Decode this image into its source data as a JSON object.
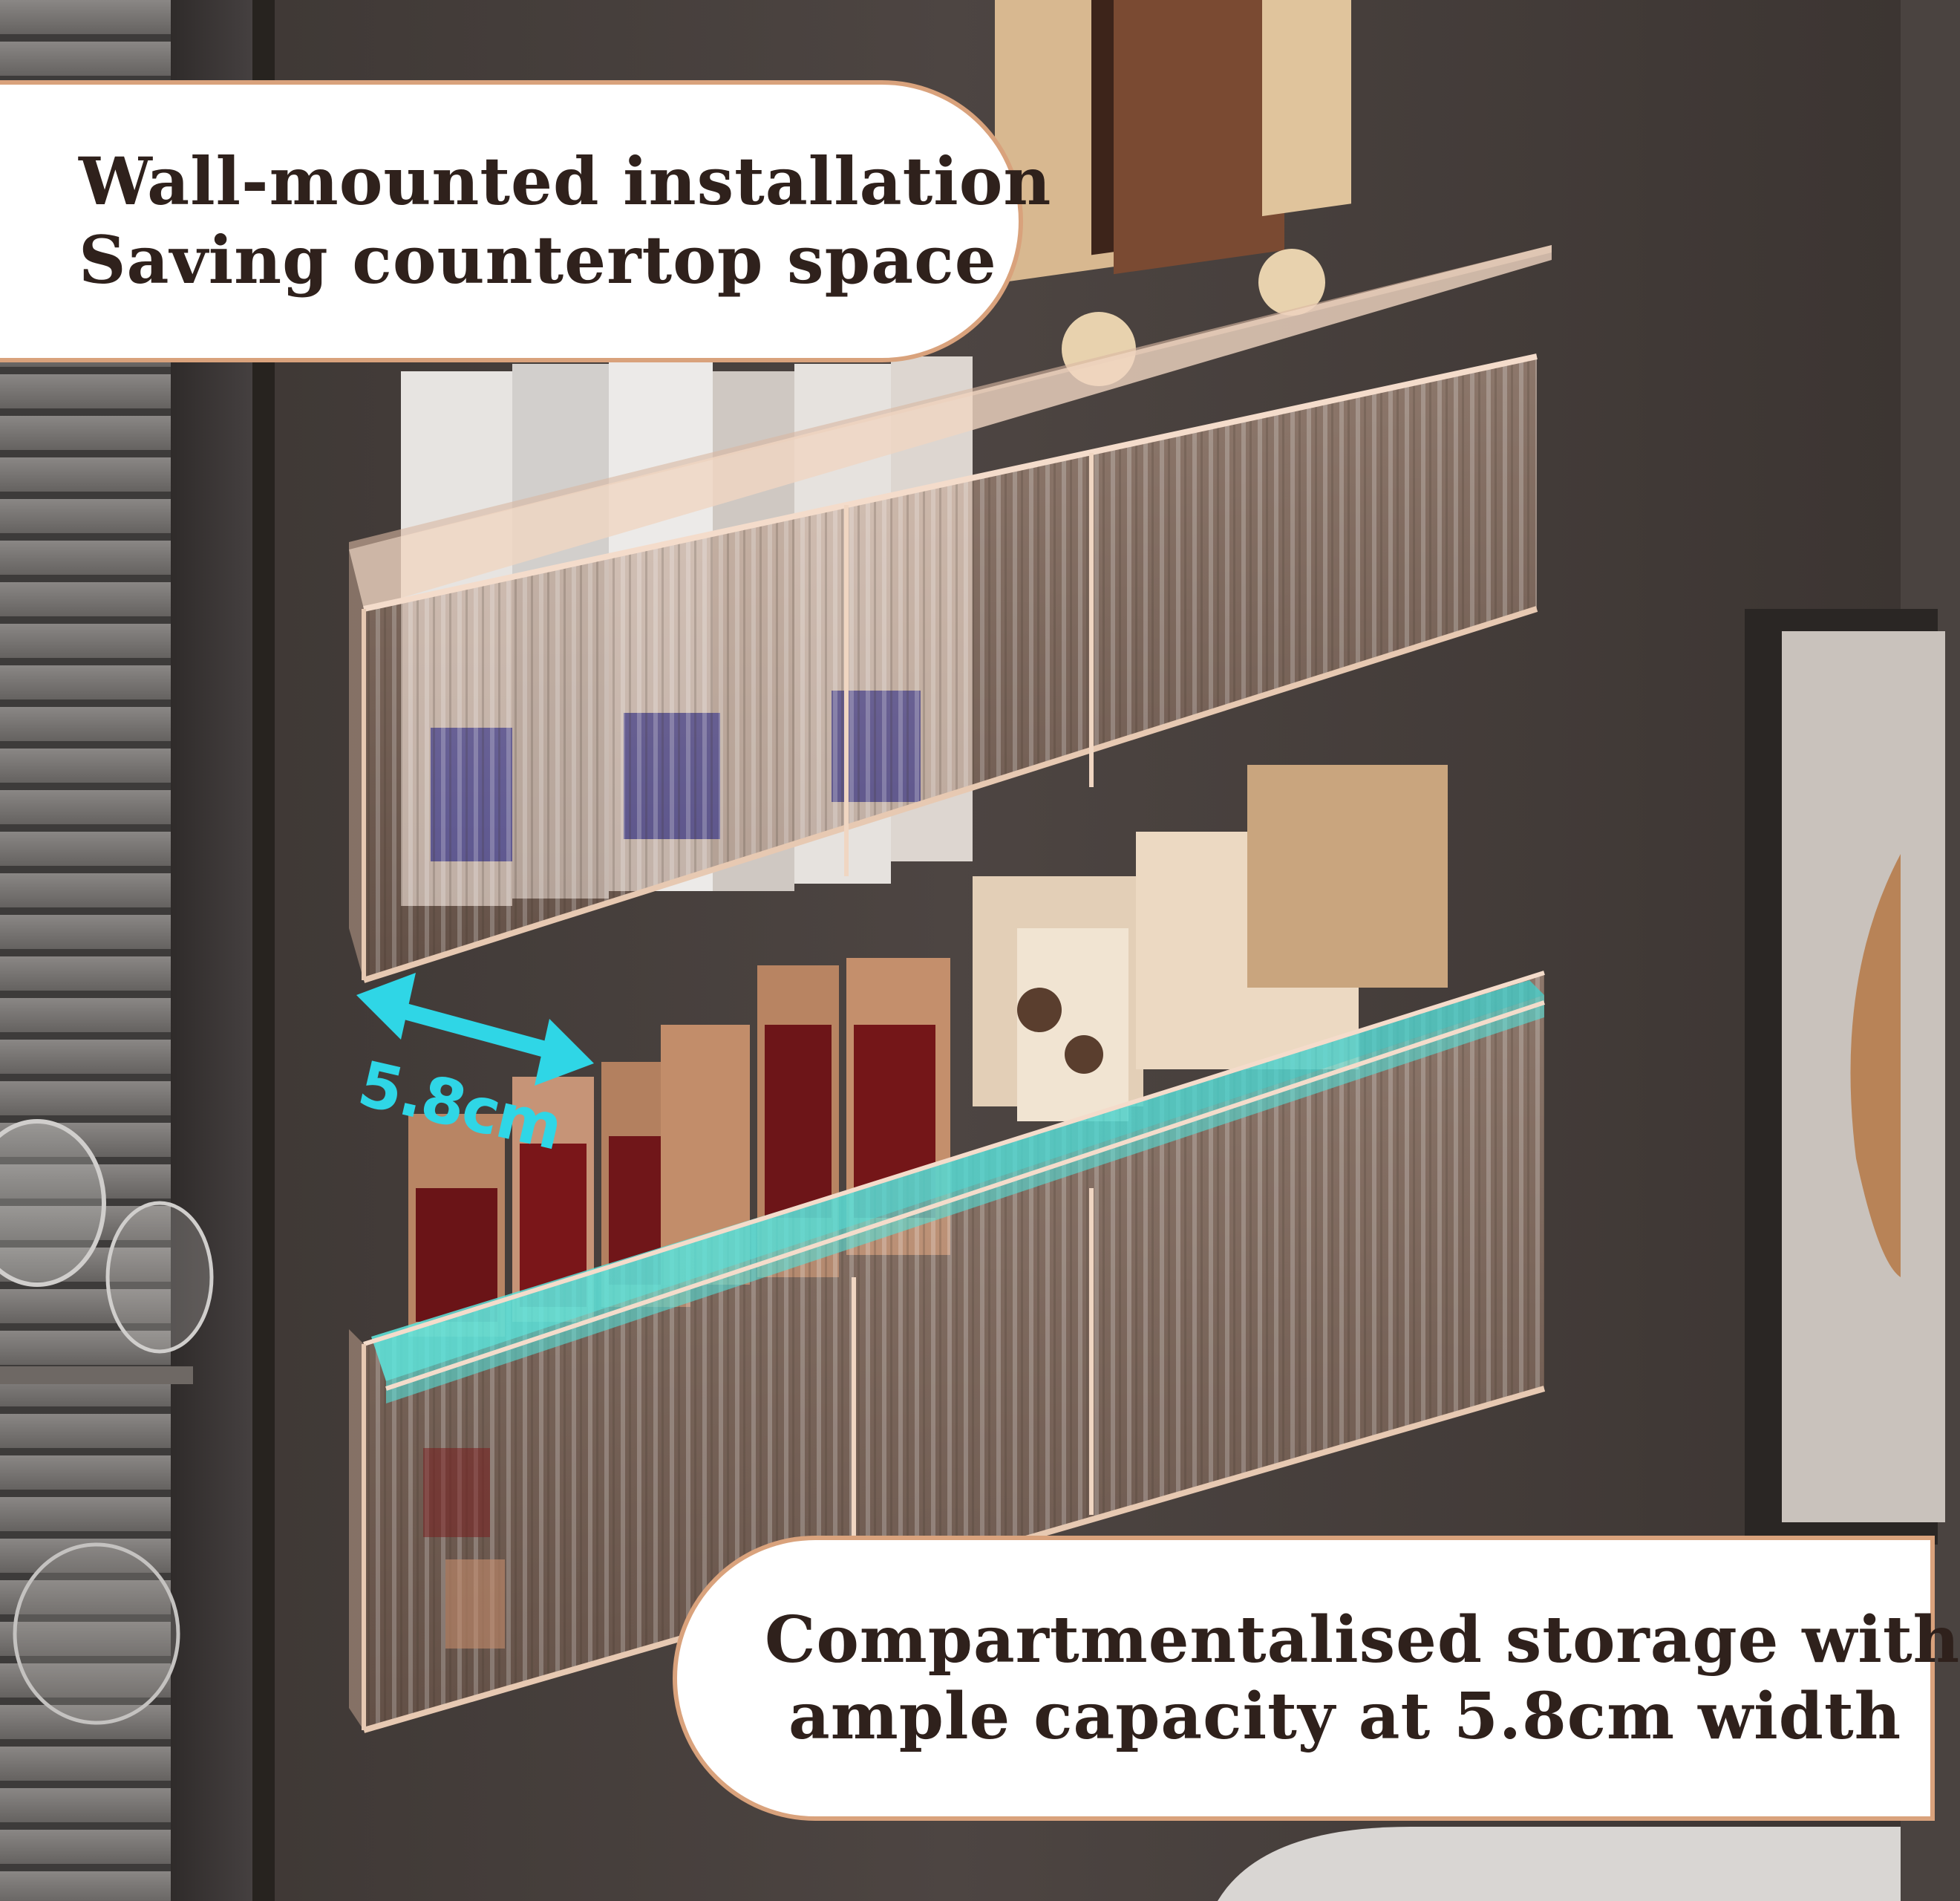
{
  "top_caption": {
    "line1": "Wall-mounted installation",
    "line2": "Saving countertop space"
  },
  "bottom_caption": {
    "line1": "Compartmentalised storage with",
    "line2": "ample capacity at 5.8cm width"
  },
  "dimension": {
    "label": "5.8cm",
    "arrow_color": "#2fd6e6"
  },
  "colors": {
    "caption_text": "#2f211c",
    "caption_border": "#d9a27c",
    "highlight": "#3fe0dc"
  }
}
